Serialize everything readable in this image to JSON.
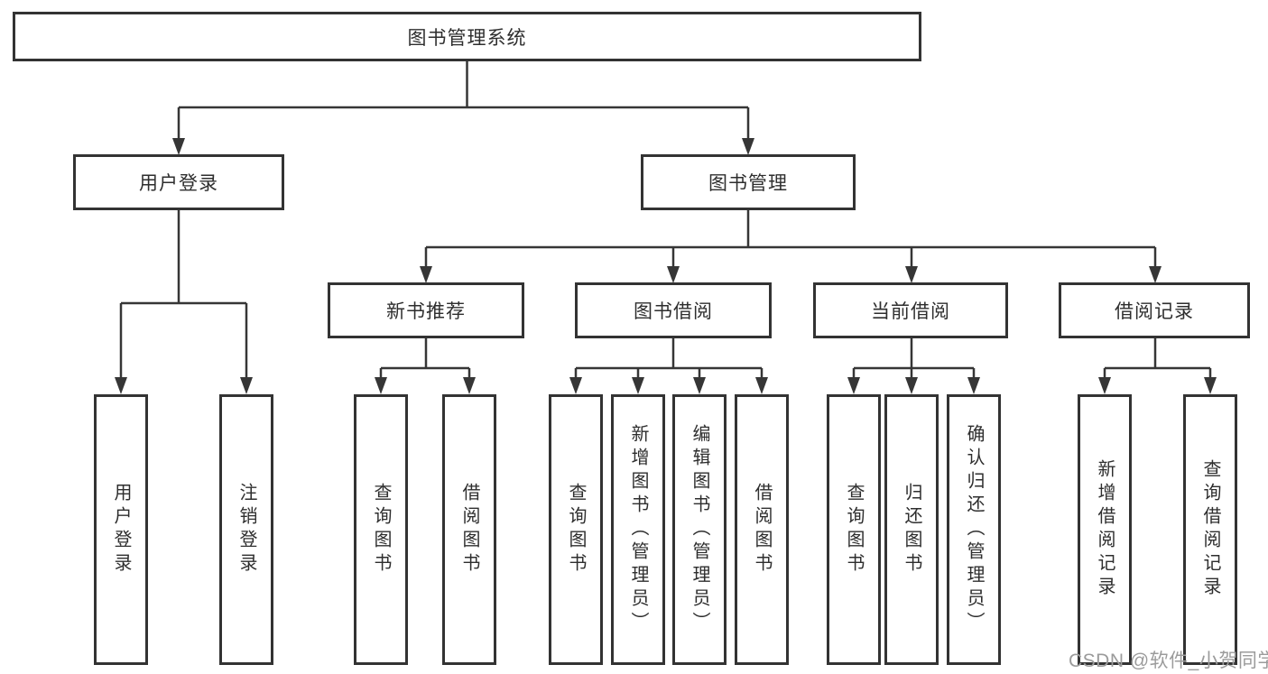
{
  "diagram": {
    "title_node": {
      "label": "图书管理系统"
    },
    "level2": [
      {
        "label": "用户登录"
      },
      {
        "label": "图书管理"
      }
    ],
    "level3": [
      {
        "label": "新书推荐"
      },
      {
        "label": "图书借阅"
      },
      {
        "label": "当前借阅"
      },
      {
        "label": "借阅记录"
      }
    ],
    "leaves": [
      {
        "label": "用户登录",
        "parent": "用户登录"
      },
      {
        "label": "注销登录",
        "parent": "用户登录"
      },
      {
        "label": "查询图书",
        "parent": "新书推荐"
      },
      {
        "label": "借阅图书",
        "parent": "新书推荐"
      },
      {
        "label": "查询图书",
        "parent": "图书借阅"
      },
      {
        "label": "新增图书（管理员）",
        "parent": "图书借阅"
      },
      {
        "label": "编辑图书（管理员）",
        "parent": "图书借阅"
      },
      {
        "label": "借阅图书",
        "parent": "图书借阅"
      },
      {
        "label": "查询图书",
        "parent": "当前借阅"
      },
      {
        "label": "归还图书",
        "parent": "当前借阅"
      },
      {
        "label": "确认归还（管理员）",
        "parent": "当前借阅"
      },
      {
        "label": "新增借阅记录",
        "parent": "借阅记录"
      },
      {
        "label": "查询借阅记录",
        "parent": "借阅记录"
      }
    ]
  },
  "watermark": {
    "text": "CSDN @软件_小贺同学",
    "color": "#9b9b9b"
  },
  "colors": {
    "line": "#363636",
    "box_border": "#333333",
    "text": "#2e2e2e",
    "background": "#ffffff"
  }
}
